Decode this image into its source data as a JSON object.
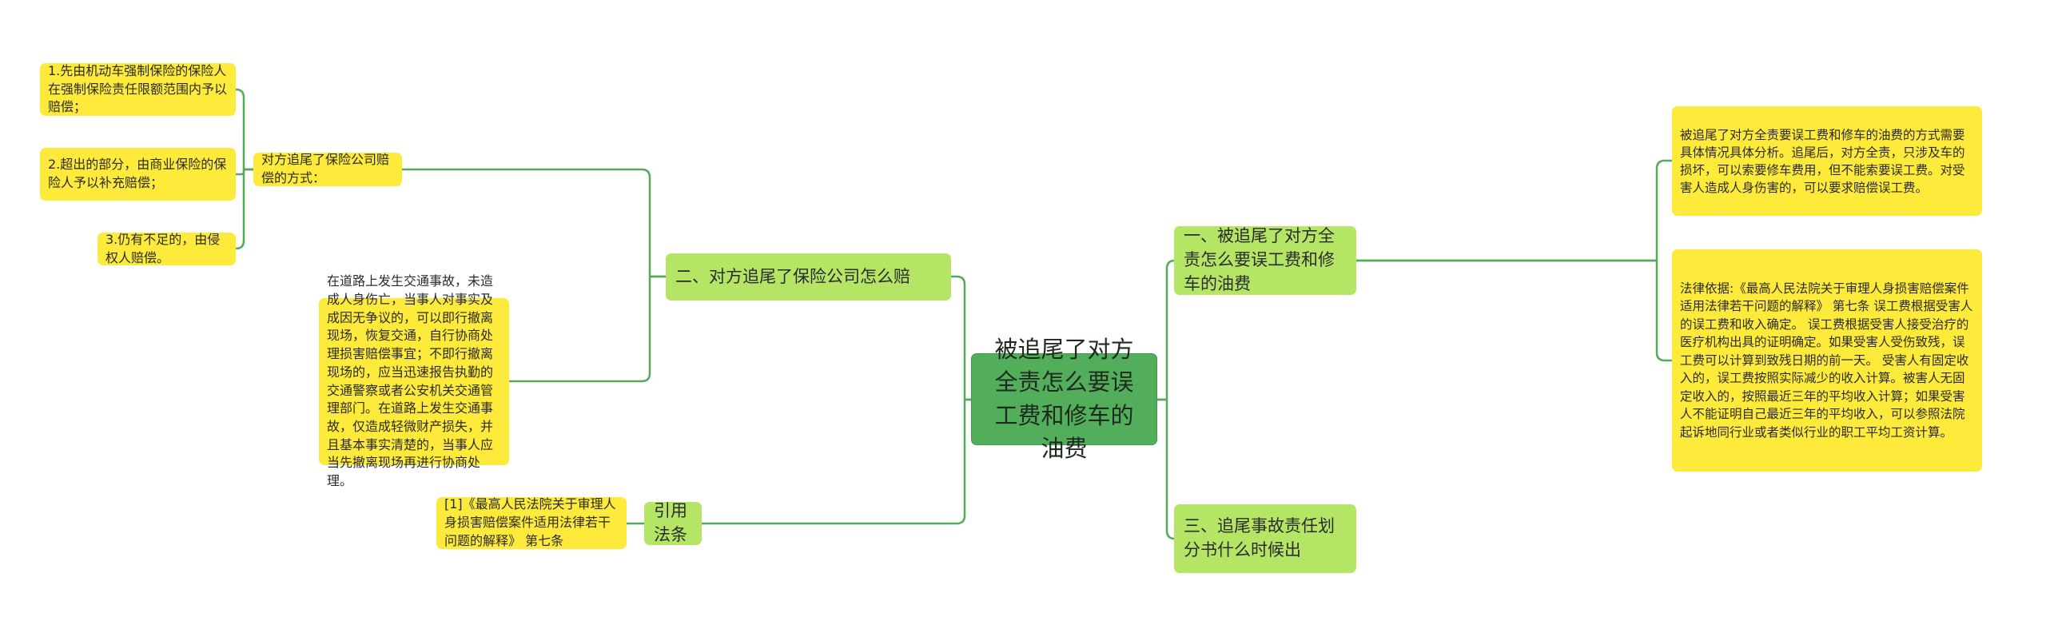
{
  "center": {
    "label": "被追尾了对方全责怎么要误工费和修车的油费"
  },
  "right": {
    "branch1": {
      "label": "一、被追尾了对方全责怎么要误工费和修车的油费",
      "leaves": [
        "被追尾了对方全责要误工费和修车的油费的方式需要具体情况具体分析。追尾后，对方全责，只涉及车的损坏，可以索要修车费用，但不能索要误工费。对受害人造成人身伤害的，可以要求赔偿误工费。",
        "法律依据:《最高人民法院关于审理人身损害赔偿案件适用法律若干问题的解释》 第七条 误工费根据受害人的误工费和收入确定。 误工费根据受害人接受治疗的医疗机构出具的证明确定。如果受害人受伤致残，误工费可以计算到致残日期的前一天。 受害人有固定收入的，误工费按照实际减少的收入计算。被害人无固定收入的，按照最近三年的平均收入计算；如果受害人不能证明自己最近三年的平均收入，可以参照法院起诉地同行业或者类似行业的职工平均工资计算。"
      ]
    },
    "branch3": {
      "label": "三、追尾事故责任划分书什么时候出"
    }
  },
  "left": {
    "branch2": {
      "label": "二、对方追尾了保险公司怎么赔",
      "sub": {
        "label": "对方追尾了保险公司赔偿的方式：",
        "leaves": [
          "1.先由机动车强制保险的保险人在强制保险责任限额范围内予以赔偿；",
          "2.超出的部分，由商业保险的保险人予以补充赔偿；",
          "3.仍有不足的，由侵权人赔偿。"
        ]
      },
      "detail": "在道路上发生交通事故，未造成人身伤亡，当事人对事实及成因无争议的，可以即行撤离现场，恢复交通，自行协商处理损害赔偿事宜；不即行撤离现场的，应当迅速报告执勤的交通警察或者公安机关交通管理部门。在道路上发生交通事故，仅造成轻微财产损失，并且基本事实清楚的，当事人应当先撤离现场再进行协商处理。"
    },
    "citation": {
      "label": "引用法条",
      "leaf": "[1]《最高人民法院关于审理人身损害赔偿案件适用法律若干问题的解释》 第七条"
    }
  },
  "colors": {
    "line": "#55a85c",
    "leaf": "#fdea3a",
    "branch": "#b5e565",
    "root": "#52ae5a"
  }
}
